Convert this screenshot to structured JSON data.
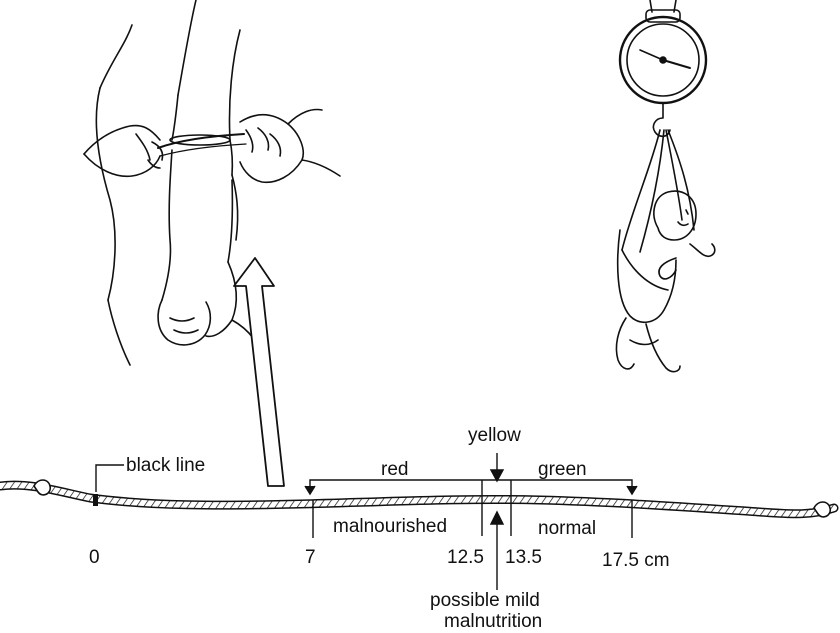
{
  "labels": {
    "black_line": "black line",
    "red": "red",
    "yellow": "yellow",
    "green": "green",
    "malnourished": "malnourished",
    "normal": "normal",
    "possible_mild": "possible mild",
    "malnutrition": "malnutrition"
  },
  "scale": {
    "zero": "0",
    "seven": "7",
    "twelve_five": "12.5",
    "thirteen_five": "13.5",
    "seventeen_five": "17.5 cm"
  },
  "colors": {
    "ink": "#111111",
    "background": "#ffffff"
  },
  "icons": [
    "arm-measurement-illustration",
    "hanging-scale-baby-illustration",
    "up-arrow-icon",
    "string-measure-cord"
  ]
}
